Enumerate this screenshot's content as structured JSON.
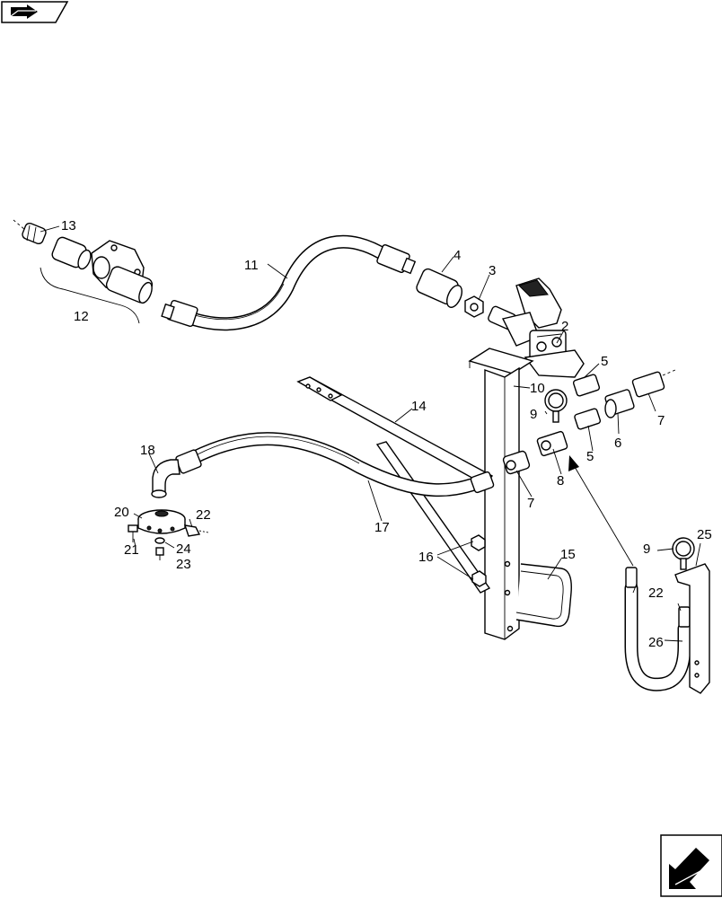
{
  "callouts": {
    "c1": "2",
    "c2": "3",
    "c3": "4",
    "c4": "5",
    "c5": "5",
    "c6": "6",
    "c7": "7",
    "c8": "7",
    "c9": "8",
    "c10": "9",
    "c11": "9",
    "c12": "10",
    "c13": "11",
    "c14": "12",
    "c15": "13",
    "c16": "14",
    "c17": "15",
    "c18": "16",
    "c19": "17",
    "c20": "18",
    "c21": "20",
    "c22": "21",
    "c23": "22",
    "c24": "22",
    "c25": "23",
    "c26": "24",
    "c27": "25",
    "c28": "26"
  },
  "icons": {
    "top_left": "book-arrow-icon",
    "bottom_right": "next-page-arrow-icon"
  },
  "colors": {
    "ink": "#000000",
    "paper": "#ffffff"
  }
}
